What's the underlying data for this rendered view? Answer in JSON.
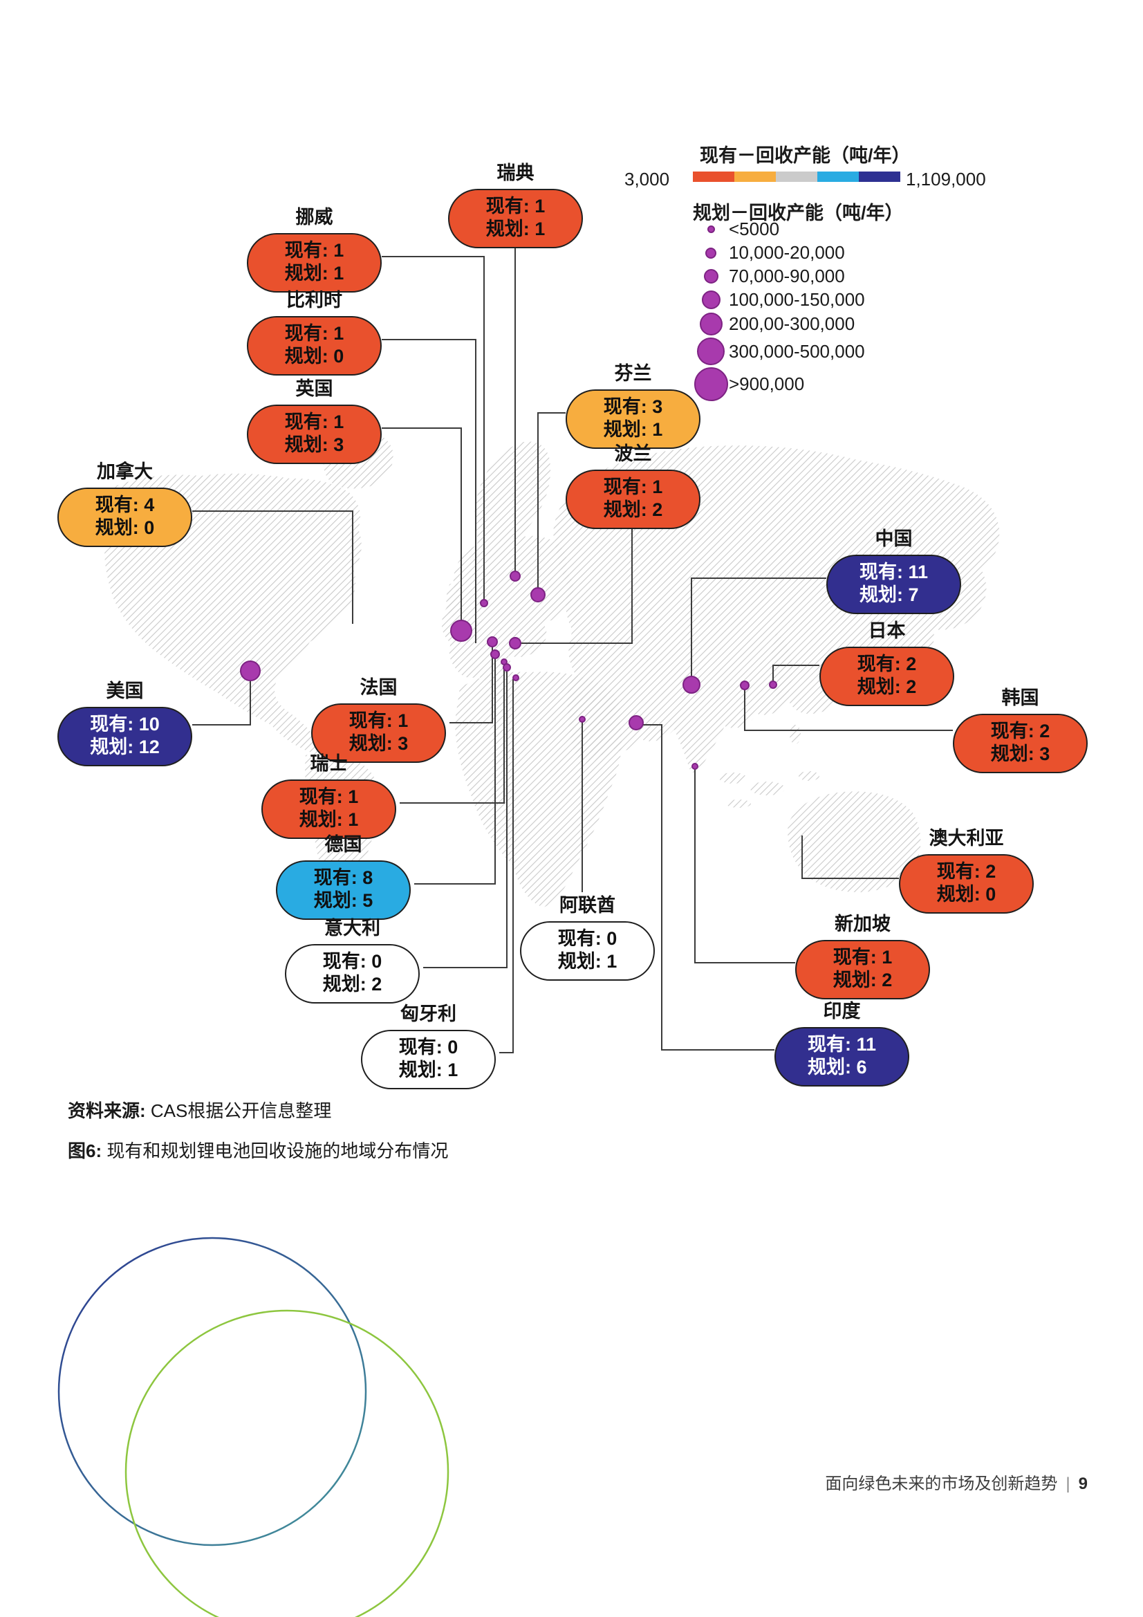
{
  "legend_existing": {
    "title": "现有－回收产能（吨/年）",
    "min_label": "3,000",
    "max_label": "1,109,000",
    "segment_colors": [
      "#E9512D",
      "#F7AD3F",
      "#CBCBCB",
      "#29ABE2",
      "#2E3192"
    ]
  },
  "legend_planned": {
    "title": "规划－回收产能（吨/年）",
    "dot_fill": "#A83AAD",
    "dot_stroke": "#7D2383",
    "rows": [
      {
        "label": "<5000"
      },
      {
        "label": "10,000-20,000"
      },
      {
        "label": "70,000-90,000"
      },
      {
        "label": "100,000-150,000"
      },
      {
        "label": "200,00-300,000"
      },
      {
        "label": "300,000-500,000"
      },
      {
        "label": ">900,000"
      }
    ]
  },
  "countries": [
    {
      "name": "瑞典",
      "existing": "现有: 1",
      "planned": "规划: 1",
      "fill": "orange"
    },
    {
      "name": "挪威",
      "existing": "现有: 1",
      "planned": "规划: 1",
      "fill": "orange"
    },
    {
      "name": "比利时",
      "existing": "现有: 1",
      "planned": "规划: 0",
      "fill": "orange"
    },
    {
      "name": "英国",
      "existing": "现有: 1",
      "planned": "规划: 3",
      "fill": "orange"
    },
    {
      "name": "加拿大",
      "existing": "现有: 4",
      "planned": "规划: 0",
      "fill": "yellow"
    },
    {
      "name": "芬兰",
      "existing": "现有: 3",
      "planned": "规划: 1",
      "fill": "yellow"
    },
    {
      "name": "波兰",
      "existing": "现有: 1",
      "planned": "规划: 2",
      "fill": "orange"
    },
    {
      "name": "中国",
      "existing": "现有: 11",
      "planned": "规划: 7",
      "fill": "navy"
    },
    {
      "name": "日本",
      "existing": "现有: 2",
      "planned": "规划: 2",
      "fill": "orange"
    },
    {
      "name": "韩国",
      "existing": "现有: 2",
      "planned": "规划: 3",
      "fill": "orange"
    },
    {
      "name": "美国",
      "existing": "现有: 10",
      "planned": "规划: 12",
      "fill": "navy"
    },
    {
      "name": "法国",
      "existing": "现有: 1",
      "planned": "规划: 3",
      "fill": "orange"
    },
    {
      "name": "瑞士",
      "existing": "现有: 1",
      "planned": "规划: 1",
      "fill": "orange"
    },
    {
      "name": "德国",
      "existing": "现有: 8",
      "planned": "规划: 5",
      "fill": "cyan"
    },
    {
      "name": "意大利",
      "existing": "现有: 0",
      "planned": "规划: 2",
      "fill": "white"
    },
    {
      "name": "阿联酋",
      "existing": "现有: 0",
      "planned": "规划: 1",
      "fill": "white"
    },
    {
      "name": "匈牙利",
      "existing": "现有: 0",
      "planned": "规划: 1",
      "fill": "white"
    },
    {
      "name": "澳大利亚",
      "existing": "现有: 2",
      "planned": "规划: 0",
      "fill": "orange"
    },
    {
      "name": "新加坡",
      "existing": "现有: 1",
      "planned": "规划: 2",
      "fill": "orange"
    },
    {
      "name": "印度",
      "existing": "现有: 11",
      "planned": "规划: 6",
      "fill": "navy"
    }
  ],
  "figure": {
    "source_label": "资料来源:",
    "source_text": " CAS根据公开信息整理",
    "caption_label": "图6:",
    "caption_text": " 现有和规划锂电池回收设施的地域分布情况"
  },
  "footer": {
    "text": "面向绿色未来的市场及创新趋势",
    "divider": "|",
    "page_number": "9"
  },
  "palette": {
    "orange": "#E9512D",
    "yellow": "#F7AD3F",
    "navy": "#322F8F",
    "cyan": "#29ABE2",
    "white": "#FFFFFF",
    "decor_blue": "#2B3990",
    "decor_green": "#8DC63F"
  }
}
